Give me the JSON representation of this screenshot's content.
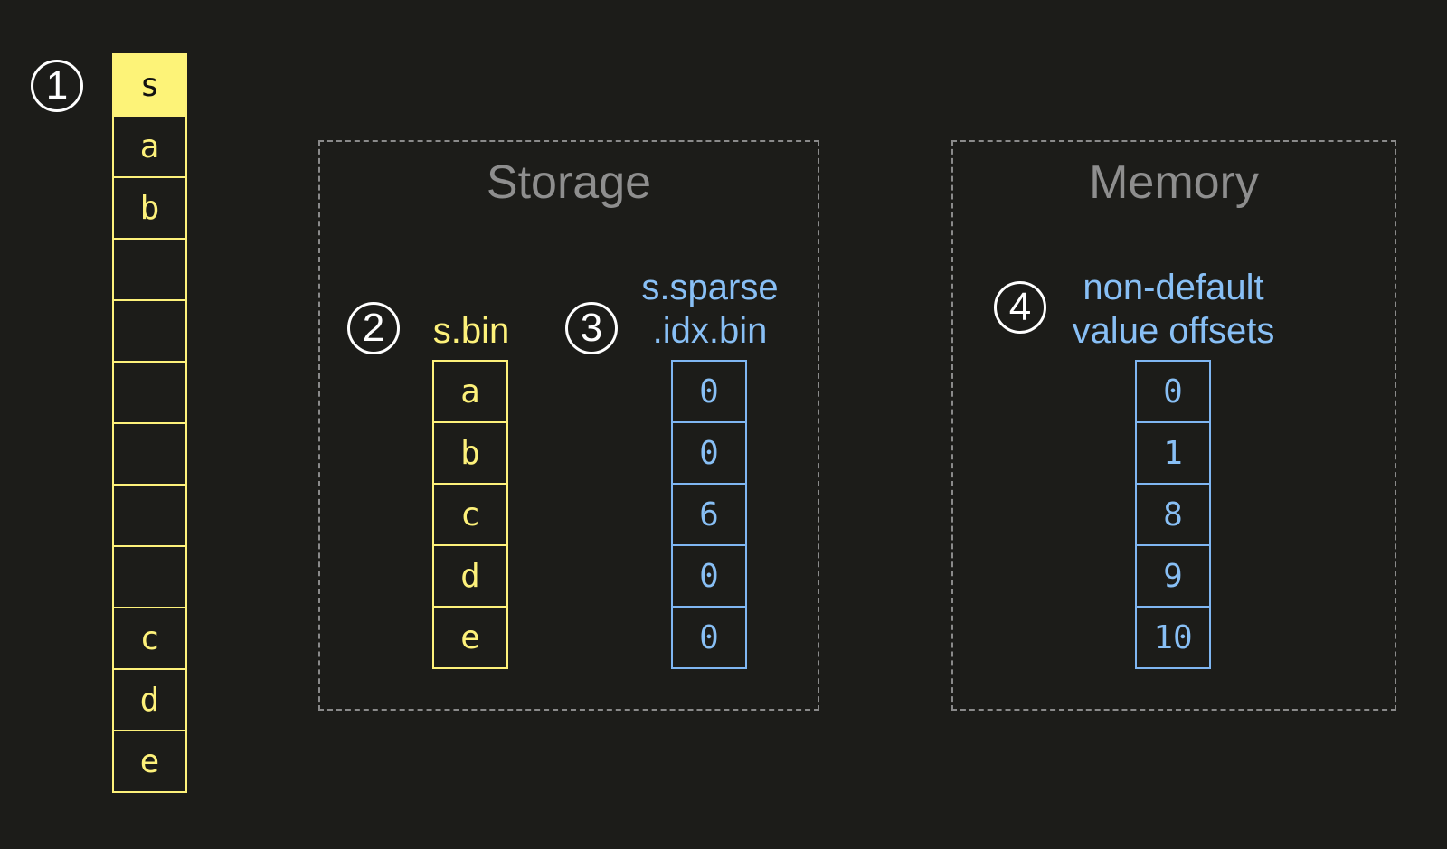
{
  "markers": [
    "1",
    "2",
    "3",
    "4"
  ],
  "column": {
    "cells": [
      "s",
      "a",
      "b",
      "",
      "",
      "",
      "",
      "",
      "",
      "c",
      "d",
      "e"
    ]
  },
  "storage": {
    "title": "Storage",
    "bin": {
      "label": "s.bin",
      "cells": [
        "a",
        "b",
        "c",
        "d",
        "e"
      ]
    },
    "sparse": {
      "label_line1": "s.sparse",
      "label_line2": ".idx.bin",
      "cells": [
        "0",
        "0",
        "6",
        "0",
        "0"
      ]
    }
  },
  "memory": {
    "title": "Memory",
    "offsets": {
      "label_line1": "non-default",
      "label_line2": "value offsets",
      "cells": [
        "0",
        "1",
        "8",
        "9",
        "10"
      ]
    }
  },
  "colors": {
    "background": "#1c1c19",
    "yellow": "#fdf17a",
    "blue": "#88bff5",
    "gray": "#8e8e8e"
  }
}
